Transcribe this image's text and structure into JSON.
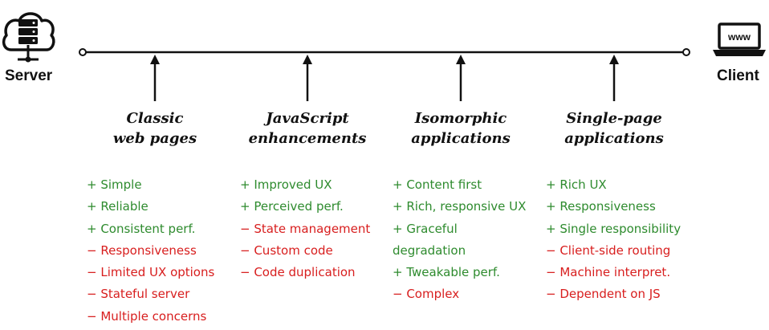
{
  "colors": {
    "pro": "#2e8b2e",
    "con": "#d81e1e",
    "line": "#111111"
  },
  "server": {
    "label": "Server",
    "icon": "server-cloud-icon"
  },
  "client": {
    "label": "Client",
    "icon": "laptop-icon",
    "screen_text": "www"
  },
  "columns": [
    {
      "title": [
        "Classic",
        "web pages"
      ],
      "items": [
        {
          "kind": "pro",
          "text": "+ Simple"
        },
        {
          "kind": "pro",
          "text": "+ Reliable"
        },
        {
          "kind": "pro",
          "text": "+ Consistent perf."
        },
        {
          "kind": "con",
          "text": "− Responsiveness"
        },
        {
          "kind": "con",
          "text": "− Limited UX options"
        },
        {
          "kind": "con",
          "text": "− Stateful server"
        },
        {
          "kind": "con",
          "text": "− Multiple concerns"
        }
      ]
    },
    {
      "title": [
        "JavaScript",
        "enhancements"
      ],
      "items": [
        {
          "kind": "pro",
          "text": "+ Improved UX"
        },
        {
          "kind": "pro",
          "text": "+ Perceived perf."
        },
        {
          "kind": "con",
          "text": "− State management"
        },
        {
          "kind": "con",
          "text": "− Custom code"
        },
        {
          "kind": "con",
          "text": "− Code duplication"
        }
      ]
    },
    {
      "title": [
        "Isomorphic",
        "applications"
      ],
      "items": [
        {
          "kind": "pro",
          "text": "+ Content first"
        },
        {
          "kind": "pro",
          "text": "+ Rich, responsive UX"
        },
        {
          "kind": "pro",
          "text": "+ Graceful"
        },
        {
          "kind": "pro",
          "text": "degradation"
        },
        {
          "kind": "pro",
          "text": "+ Tweakable perf."
        },
        {
          "kind": "con",
          "text": "− Complex"
        }
      ]
    },
    {
      "title": [
        "Single-page",
        "applications"
      ],
      "items": [
        {
          "kind": "pro",
          "text": "+ Rich UX"
        },
        {
          "kind": "pro",
          "text": "+ Responsiveness"
        },
        {
          "kind": "pro",
          "text": "+ Single responsibility"
        },
        {
          "kind": "con",
          "text": "− Client-side routing"
        },
        {
          "kind": "con",
          "text": "− Machine interpret."
        },
        {
          "kind": "con",
          "text": "− Dependent on JS"
        }
      ]
    }
  ]
}
